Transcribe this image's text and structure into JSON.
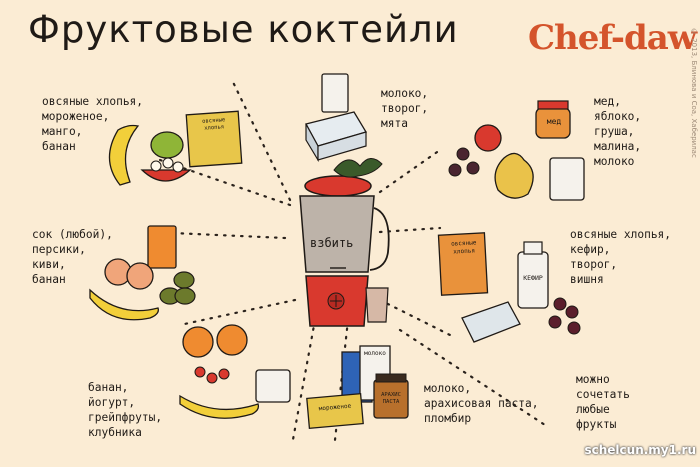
{
  "title": "Фруктовые коктейли",
  "brand": "Chef-daw",
  "copyright": "© 2013, Блинова и Соа, Хаберилас",
  "blender_label": "взбить",
  "recipes": [
    {
      "text": "овсяные хлопья,\nмороженое,\nманго,\nбанан"
    },
    {
      "text": "молоко,\nтворог,\nмята"
    },
    {
      "text": "мед,\nяблоко,\nгруша,\nмалина,\nмолоко"
    },
    {
      "text": "сок (любой),\nперсики,\nкиви,\nбанан"
    },
    {
      "text": "овсяные хлопья,\nкефир,\nтворог,\nвишня"
    },
    {
      "text": "банан,\nйогурт,\nгрейпфруты,\nклубника"
    },
    {
      "text": "молоко,\nарахисовая паста,\nпломбир"
    },
    {
      "text": "можно\nсочетать\nлюбые\nфрукты"
    }
  ],
  "package_labels": {
    "oats1": "овсяные хлопья",
    "honey": "мед",
    "oats2": "овсяные хлопья",
    "kefir": "КЕФИР",
    "milk": "молоко",
    "icecream": "мороженое",
    "peanut": "АРАХИС ПАСТА"
  },
  "watermark": "schelcun.my1.ru",
  "colors": {
    "background": "#fbecd4",
    "brand": "#d4542c",
    "blender_lid": "#d9392e"
  }
}
